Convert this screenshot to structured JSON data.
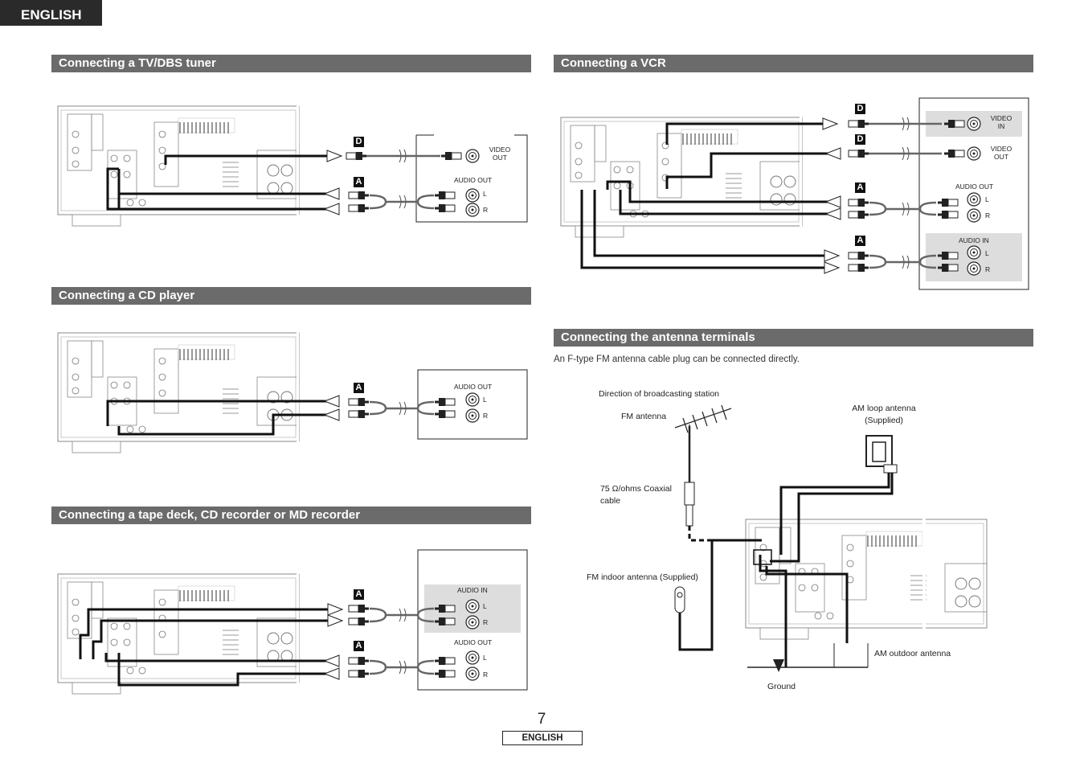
{
  "header": {
    "language_tab": "ENGLISH"
  },
  "sections": {
    "tv": {
      "title": "Connecting a TV/DBS tuner"
    },
    "cd": {
      "title": "Connecting a CD player"
    },
    "tape": {
      "title": "Connecting a tape deck, CD recorder or MD recorder"
    },
    "vcr": {
      "title": "Connecting a VCR"
    },
    "antenna": {
      "title": "Connecting the antenna terminals",
      "note": "An F-type FM antenna cable plug can be connected directly.",
      "labels": {
        "direction": "Direction of broadcasting station",
        "fm_antenna": "FM antenna",
        "am_loop_line1": "AM loop antenna",
        "am_loop_line2": "(Supplied)",
        "coax_line1": "75 Ω/ohms Coaxial",
        "coax_line2": "cable",
        "fm_indoor": "FM indoor antenna (Supplied)",
        "am_outdoor": "AM outdoor antenna",
        "ground": "Ground"
      }
    }
  },
  "panel_labels": {
    "video_out_line1": "VIDEO",
    "video_out_line2": "OUT",
    "video_in_line1": "VIDEO",
    "video_in_line2": "IN",
    "audio_out": "AUDIO OUT",
    "audio_in": "AUDIO IN",
    "left": "L",
    "right": "R"
  },
  "cable_markers": {
    "digital": "D",
    "analog": "A"
  },
  "footer": {
    "page_number": "7",
    "language": "ENGLISH"
  }
}
